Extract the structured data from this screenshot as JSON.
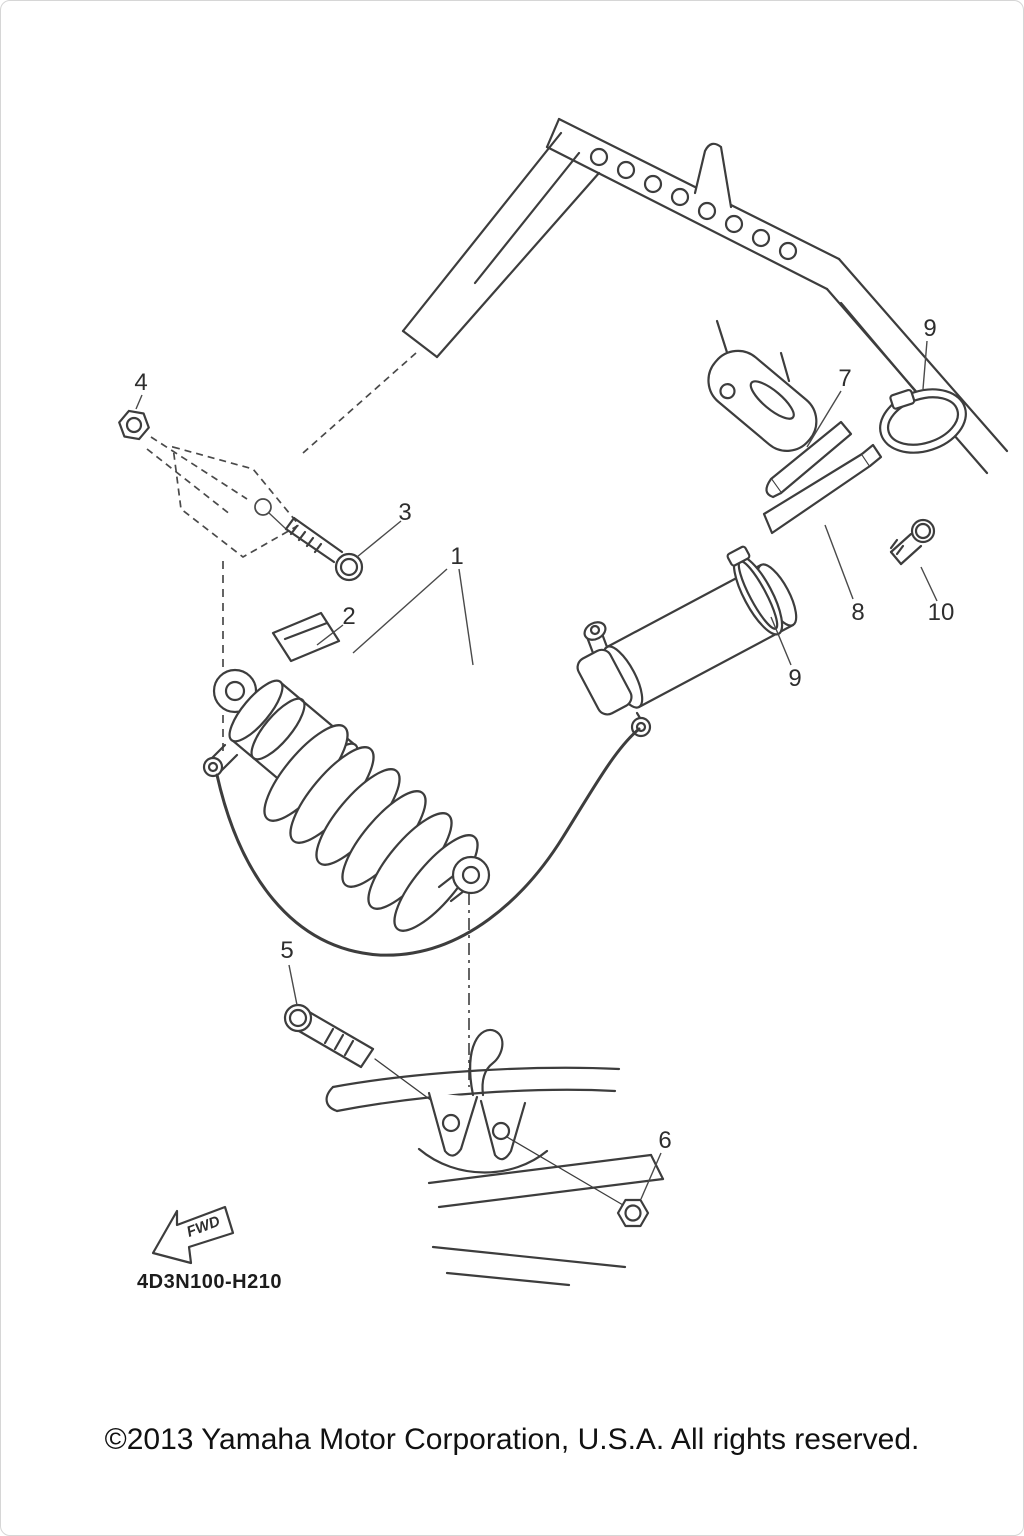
{
  "diagram": {
    "code": "4D3N100-H210",
    "fwd_label": "FWD",
    "callouts": [
      {
        "label": "4"
      },
      {
        "label": "3"
      },
      {
        "label": "1"
      },
      {
        "label": "2"
      },
      {
        "label": "7"
      },
      {
        "label": "9"
      },
      {
        "label": "8"
      },
      {
        "label": "10"
      },
      {
        "label": "9"
      },
      {
        "label": "5"
      },
      {
        "label": "6"
      }
    ]
  },
  "footer": {
    "copyright": "©2013 Yamaha Motor Corporation, U.S.A. All rights reserved."
  }
}
